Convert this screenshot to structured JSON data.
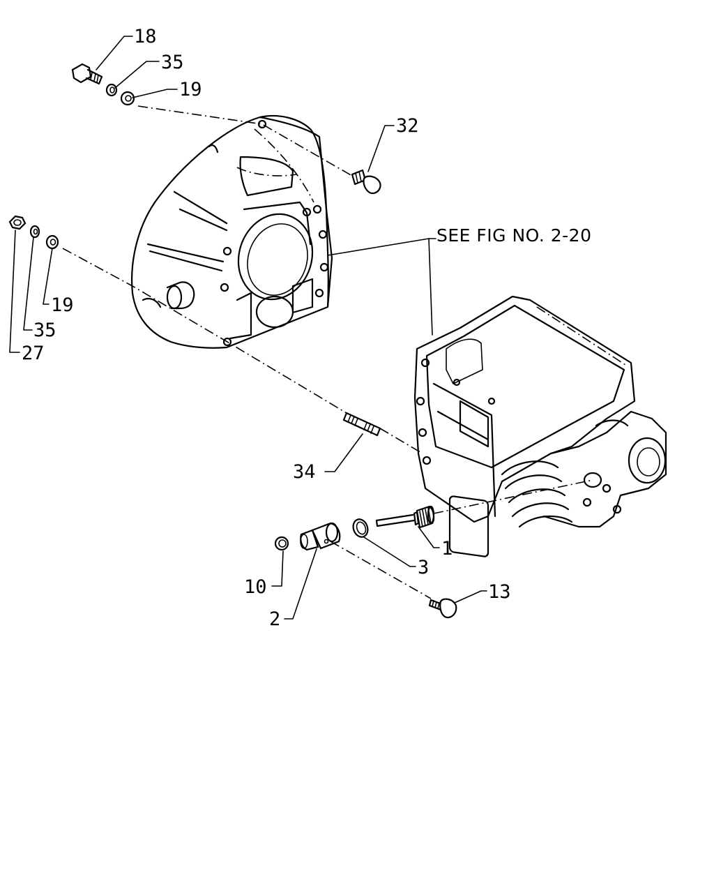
{
  "reference_note": "SEE FIG NO. 2-20",
  "callouts": {
    "c18": "18",
    "c35_top": "35",
    "c19_top": "19",
    "c32": "32",
    "c19_left": "19",
    "c35_left": "35",
    "c27": "27",
    "c34": "34",
    "c1": "1",
    "c3": "3",
    "c13": "13",
    "c10": "10",
    "c2": "2"
  }
}
